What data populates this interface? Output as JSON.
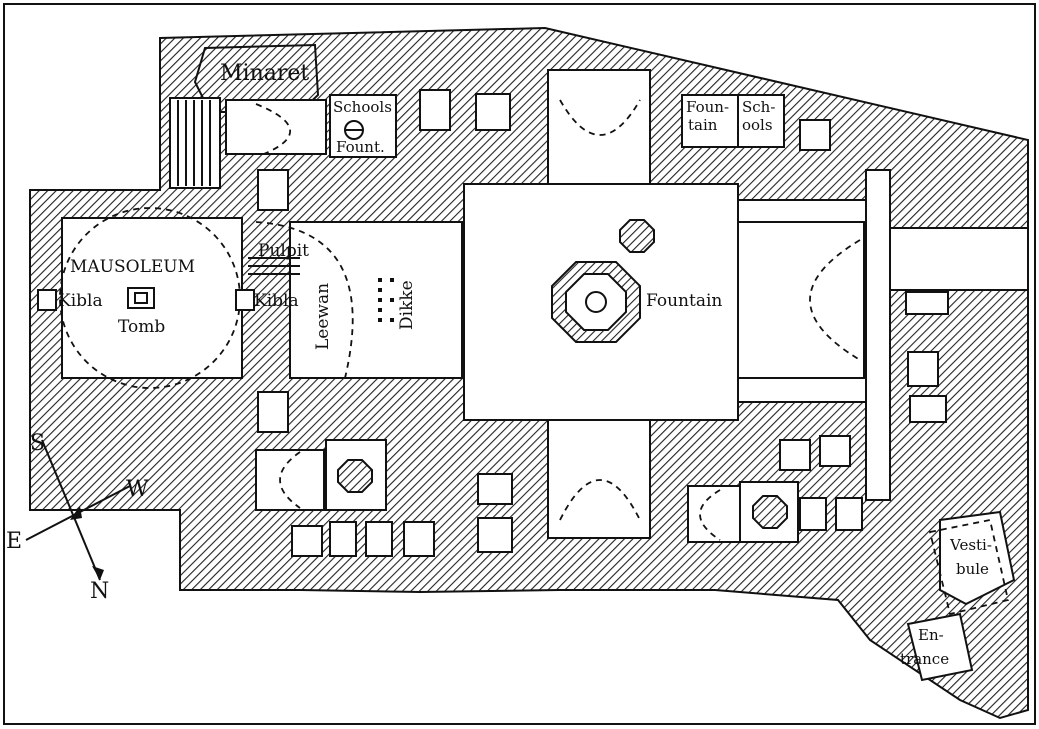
{
  "labels": {
    "minaret": "Minaret",
    "schools": "Schools",
    "fount": "Fount.",
    "fountain_small_1": "Foun-",
    "fountain_small_2": "tain",
    "schools_small_1": "Sch-",
    "schools_small_2": "ools",
    "mausoleum": "MAUSOLEUM",
    "kibla_left": "Kibla",
    "kibla_right": "Kibla",
    "tomb": "Tomb",
    "pulpit": "Pulpit",
    "leewan": "Leewan",
    "dikke": "Dikke",
    "fountain": "Fountain",
    "vestibule_1": "Vesti-",
    "vestibule_2": "bule",
    "entrance_1": "En-",
    "entrance_2": "trance"
  },
  "compass": {
    "s": "S",
    "w": "W",
    "e": "E",
    "n": "N"
  }
}
